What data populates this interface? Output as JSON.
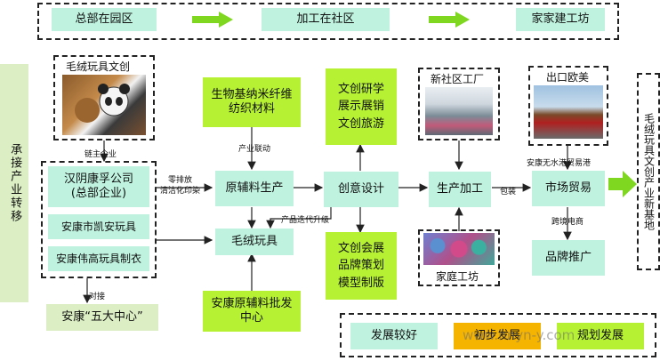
{
  "top_flow": {
    "step1": "总部在园区",
    "step2": "加工在社区",
    "step3": "家家建工坊"
  },
  "left_side": "承接产业转移",
  "right_side": "毛绒玩具文创产业新基地",
  "plush_card": {
    "title": "毛绒玩具文创"
  },
  "companies": {
    "c1": "汉阴康孚公司\n(总部企业)",
    "c2": "安康市凯安玩具",
    "c3": "安康伟高玩具制衣"
  },
  "five_centers": "安康“五大中心”",
  "nodes": {
    "bio": "生物基纳米纤维\n纺织材料",
    "raw": "原辅料生产",
    "plush": "毛绒玩具",
    "wholesale": "安康原辅料批发\n中心",
    "creative": "创意设计",
    "study": "文创研学\n展示展销\n文创旅游",
    "expo": "文创会展\n品牌策划\n模型制版",
    "process": "生产加工",
    "market": "市场贸易",
    "brand": "品牌推广"
  },
  "photo_cards": {
    "factory": "新社区工厂",
    "home": "家庭工坊",
    "export": "出口欧美"
  },
  "edge_labels": {
    "chain": "链主企业",
    "zero_emission": "零排放\n清洁化印染",
    "industry_link": "产业联动",
    "iteration": "产品迭代升级",
    "packaging": "包装",
    "dry_port": "安康无水港贸易港",
    "ecommerce": "跨境电商",
    "dock": "对接"
  },
  "legend": {
    "good": "发展较好",
    "initial": "初步发展",
    "planned": "规划发展"
  },
  "watermark": "www.hnyn-y.com",
  "colors": {
    "mint": "#bff3e0",
    "lime": "#b6f233",
    "orange": "#f5b400",
    "pale": "#dcefc4"
  }
}
